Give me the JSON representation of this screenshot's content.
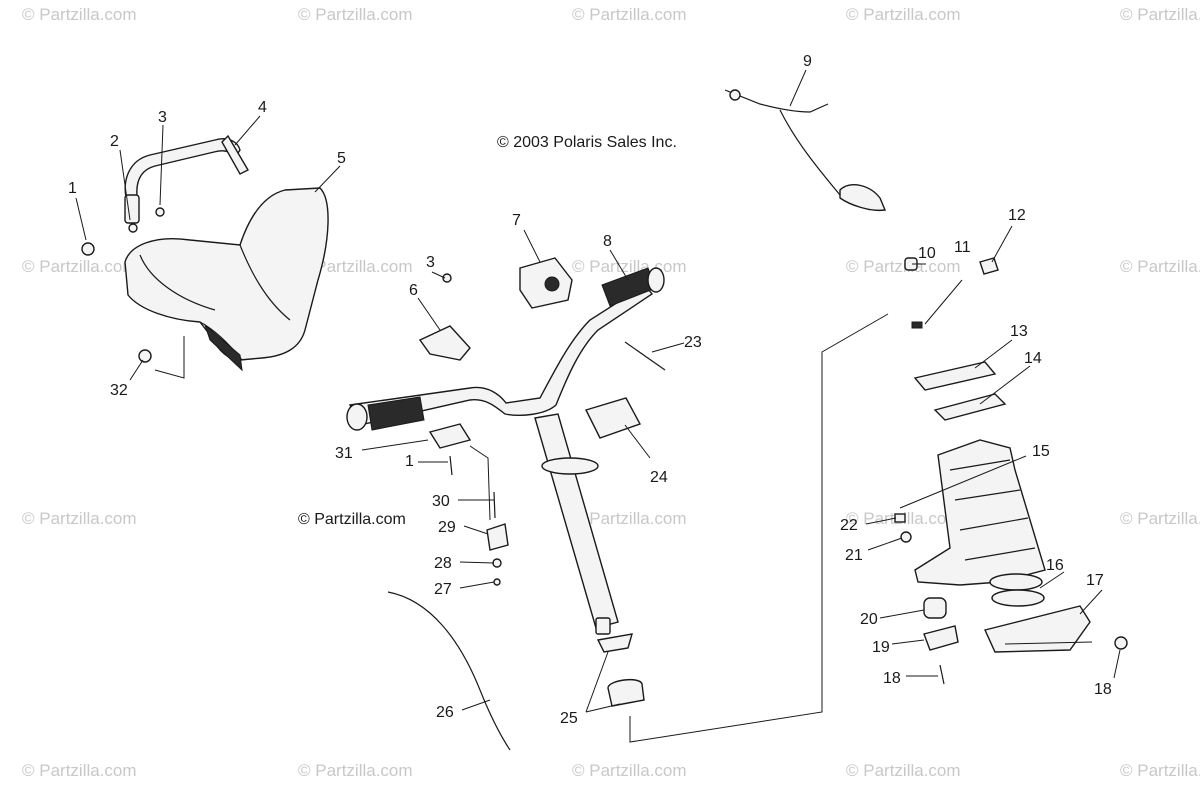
{
  "diagram": {
    "copyright": "© 2003 Polaris Sales Inc.",
    "inline_watermark": "© Partzilla.com",
    "watermark_text": "© Partzilla.com",
    "colors": {
      "ink": "#1a1a1a",
      "watermark": "#c8c8c8",
      "background": "#ffffff"
    }
  },
  "callouts": [
    "1",
    "2",
    "3",
    "4",
    "5",
    "32",
    "3",
    "6",
    "7",
    "8",
    "9",
    "10",
    "11",
    "12",
    "13",
    "14",
    "23",
    "24",
    "31",
    "1",
    "30",
    "29",
    "28",
    "27",
    "15",
    "22",
    "21",
    "16",
    "17",
    "20",
    "19",
    "18",
    "18",
    "26",
    "25"
  ]
}
